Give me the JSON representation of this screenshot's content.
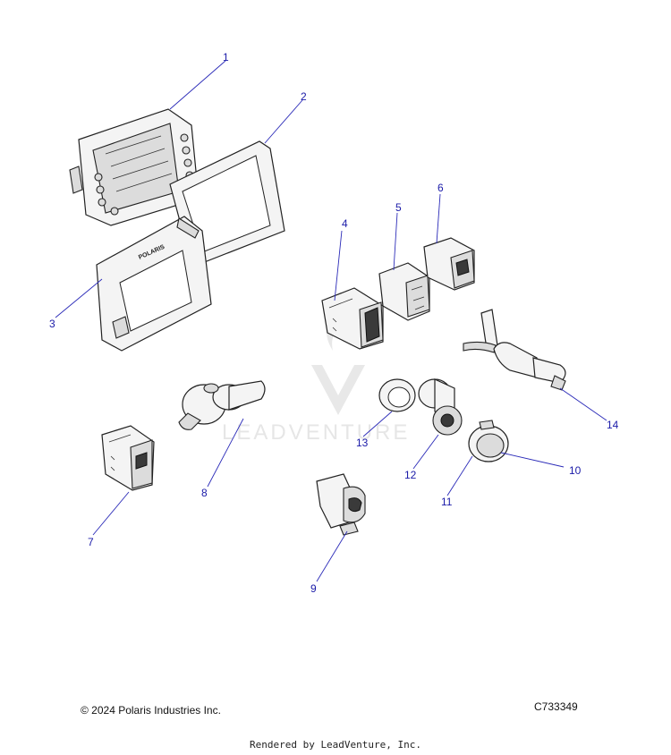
{
  "callouts": [
    "1",
    "2",
    "3",
    "4",
    "5",
    "6",
    "7",
    "8",
    "9",
    "10",
    "11",
    "12",
    "13",
    "14"
  ],
  "footer": {
    "copyright": "© 2024 Polaris Industries Inc.",
    "code": "C733349",
    "rendered": "Rendered by LeadVenture, Inc."
  },
  "watermark": "LEADVENTURE",
  "colors": {
    "callout": "#1a1aa8",
    "line_art": "#222222"
  }
}
